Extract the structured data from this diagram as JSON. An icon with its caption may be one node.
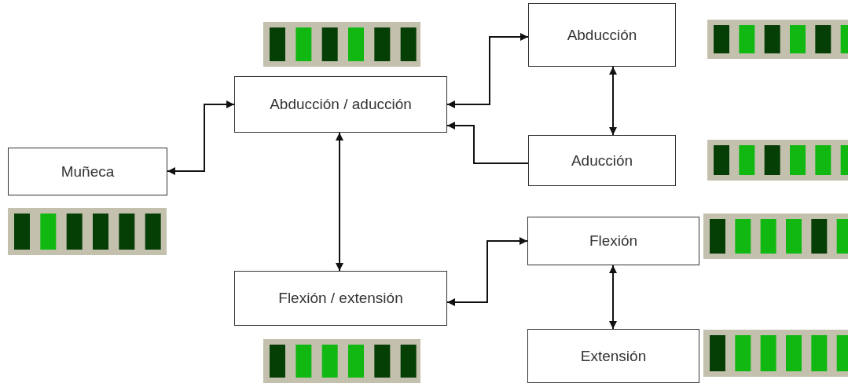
{
  "diagram": {
    "nodes": [
      {
        "text": [
          "Muñeca"
        ]
      },
      {
        "text": [
          "Abducción / aducción"
        ]
      },
      {
        "text": [
          "Abducción"
        ]
      },
      {
        "text": [
          "Aducción"
        ]
      },
      {
        "text": [
          "Flexión / extensión"
        ]
      },
      {
        "text": [
          "Flexión"
        ]
      },
      {
        "text": [
          "Extensión"
        ]
      }
    ],
    "edges": [
      {
        "from": 0,
        "to": 1,
        "arrow": "both"
      },
      {
        "from": 1,
        "to": 2,
        "arrow": "both"
      },
      {
        "from": 3,
        "to": 1,
        "arrow": "to"
      },
      {
        "from": 2,
        "to": 3,
        "arrow": "both"
      },
      {
        "from": 1,
        "to": 4,
        "arrow": "both"
      },
      {
        "from": 4,
        "to": 5,
        "arrow": "both"
      },
      {
        "from": 5,
        "to": 6,
        "arrow": "both"
      }
    ]
  }
}
